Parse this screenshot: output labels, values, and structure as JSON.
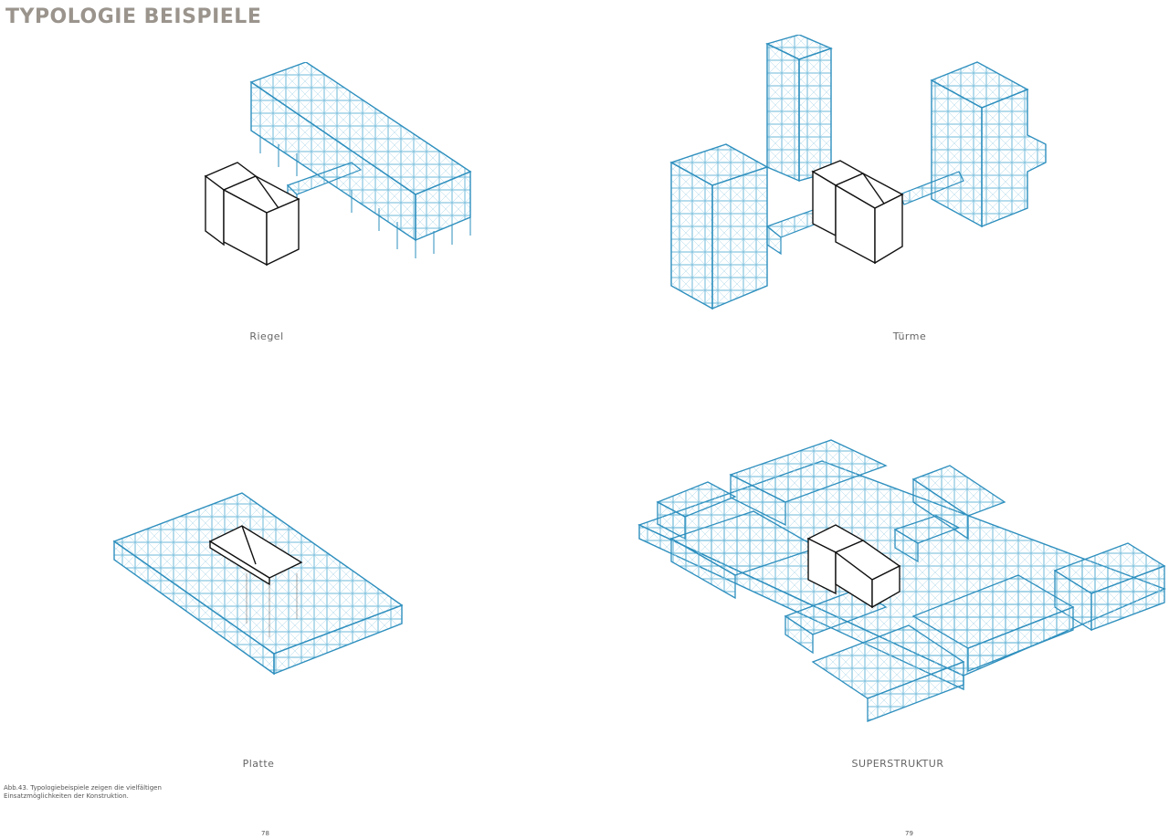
{
  "page": {
    "title": "TYPOLOGIE BEISPIELE",
    "caption_line1": "Abb.43. Typologiebeispiele zeigen die vielfältigen",
    "caption_line2": "Einsatzmöglichkeiten der Konstruktion.",
    "page_left": "78",
    "page_right": "79"
  },
  "typologies": [
    {
      "label": "Riegel"
    },
    {
      "label": "Türme"
    },
    {
      "label": "Platte"
    },
    {
      "label": "SUPERSTRUKTUR"
    }
  ],
  "colors": {
    "grid": "#4aa8d0",
    "grid_light": "#a9d6ea",
    "house": "#111111",
    "title": "#9a948d"
  }
}
